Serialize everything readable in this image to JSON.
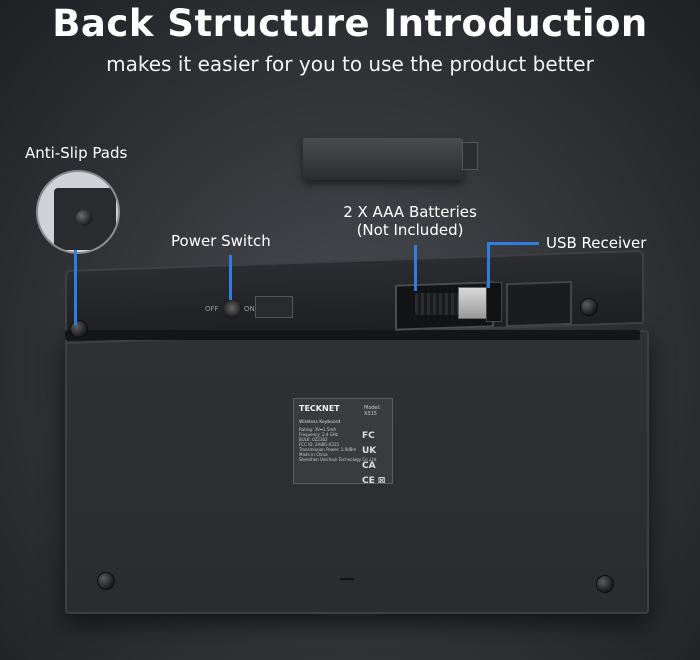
{
  "header": {
    "title": "Back Structure Introduction",
    "subtitle": "makes it easier for you to use the product better"
  },
  "callouts": {
    "anti_slip": "Anti-Slip Pads",
    "power_switch": "Power Switch",
    "batteries_line1": "2 X AAA Batteries",
    "batteries_line2": "(Not Included)",
    "usb_receiver": "USB Receiver"
  },
  "switch_marks": {
    "off": "OFF",
    "on": "ON"
  },
  "sticker": {
    "brand": "TECKNET",
    "model": "Model: X315",
    "product": "Wireless Keyboard",
    "lines": [
      "Rating: 3V⎓1.5mA",
      "Frequency: 2.4 GHz",
      "BULK: 0Z2302",
      "FCC ID: 2AIBO-X315",
      "Transmission Power: 1.0dBm",
      "Made in China",
      "Shenzhen Unichain Technology Co.,Ltd"
    ],
    "marks_top": "FC UK CA",
    "marks_bottom": "CE ⊠"
  },
  "colors": {
    "callout_line": "#2f7de0"
  }
}
